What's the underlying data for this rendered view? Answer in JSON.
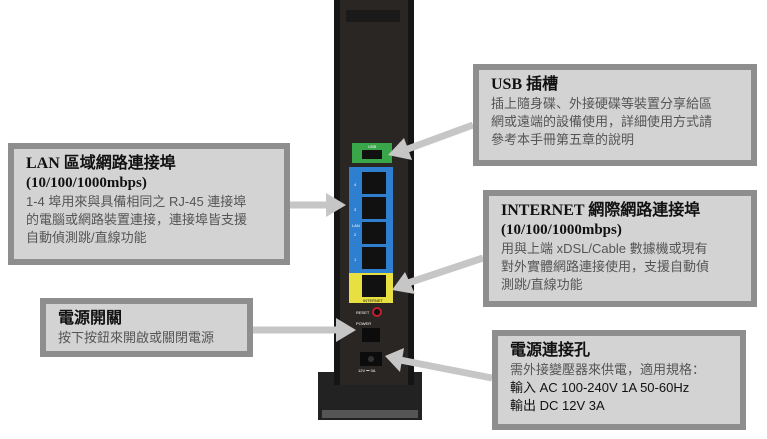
{
  "router": {
    "usb_label": "USB",
    "lan_label": "LAN",
    "port_numbers": [
      "4",
      "3",
      "2",
      "1"
    ],
    "internet_label": "INTERNET",
    "reset_label": "RESET",
    "power_label": "POWER",
    "jack_label": "12V ⎓ 3A"
  },
  "callouts": {
    "usb": {
      "title": "USB 插槽",
      "lines": [
        "插上隨身碟、外接硬碟等裝置分享給區",
        "網或遠端的設備使用，詳細使用方式請",
        "參考本手冊第五章的說明"
      ]
    },
    "lan": {
      "title": "LAN 區域網路連接埠",
      "subtitle": "(10/100/1000mbps)",
      "lines": [
        "1-4 埠用來與具備相同之 RJ-45 連接埠",
        "的電腦或網路裝置連接，連接埠皆支援",
        "自動偵測跳/直線功能"
      ]
    },
    "internet": {
      "title": "INTERNET 網際網路連接埠",
      "subtitle": "(10/100/1000mbps)",
      "lines": [
        "用與上端 xDSL/Cable 數據機或現有",
        "對外實體網路連接使用，支援自動偵",
        "測跳/直線功能"
      ]
    },
    "power_switch": {
      "title": "電源開關",
      "lines": [
        "按下按鈕來開啟或關閉電源"
      ]
    },
    "power_jack": {
      "title": "電源連接孔",
      "lines": [
        "需外接變壓器來供電，適用規格：",
        "輸入 AC 100-240V 1A 50-60Hz",
        "輸出 DC 12V 3A"
      ]
    }
  }
}
